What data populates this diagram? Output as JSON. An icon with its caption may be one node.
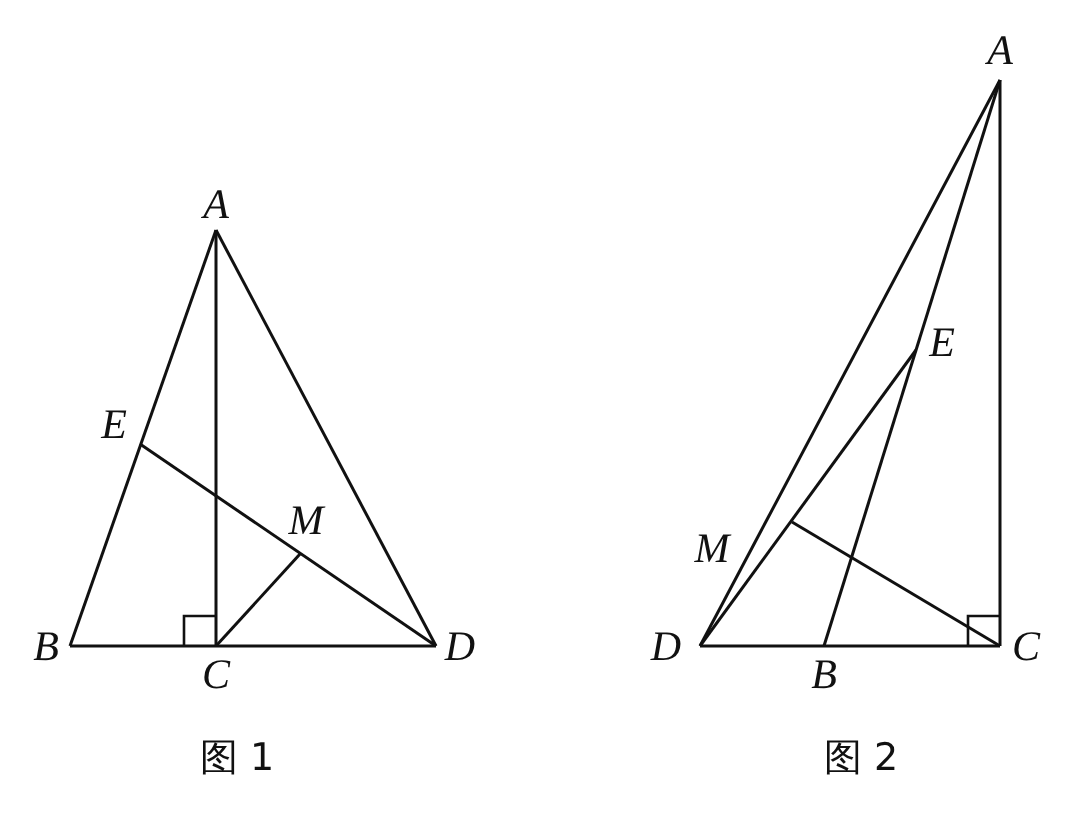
{
  "diagram": {
    "nodes": [
      {
        "text": [
          "A"
        ]
      },
      {
        "text": [
          "B"
        ]
      },
      {
        "text": [
          "C"
        ]
      },
      {
        "text": [
          "D"
        ]
      },
      {
        "text": [
          "E"
        ]
      },
      {
        "text": [
          "M"
        ]
      },
      {
        "text": [
          "A"
        ]
      },
      {
        "text": [
          "E"
        ]
      },
      {
        "text": [
          "M"
        ]
      },
      {
        "text": [
          "D"
        ]
      },
      {
        "text": [
          "B"
        ]
      },
      {
        "text": [
          "C"
        ]
      }
    ],
    "edges": [
      {
        "from": 0,
        "to": 1,
        "arrow": "none"
      },
      {
        "from": 0,
        "to": 3,
        "arrow": "none"
      },
      {
        "from": 1,
        "to": 3,
        "arrow": "none"
      },
      {
        "from": 0,
        "to": 2,
        "arrow": "none"
      },
      {
        "from": 4,
        "to": 3,
        "arrow": "none"
      },
      {
        "from": 2,
        "to": 5,
        "arrow": "none"
      },
      {
        "from": 6,
        "to": 9,
        "arrow": "none"
      },
      {
        "from": 6,
        "to": 10,
        "arrow": "none"
      },
      {
        "from": 6,
        "to": 11,
        "arrow": "none"
      },
      {
        "from": 9,
        "to": 11,
        "arrow": "none"
      },
      {
        "from": 9,
        "to": 7,
        "arrow": "none"
      },
      {
        "from": 11,
        "to": 8,
        "arrow": "none"
      }
    ],
    "labels": [
      "图 1",
      "图 2"
    ]
  }
}
